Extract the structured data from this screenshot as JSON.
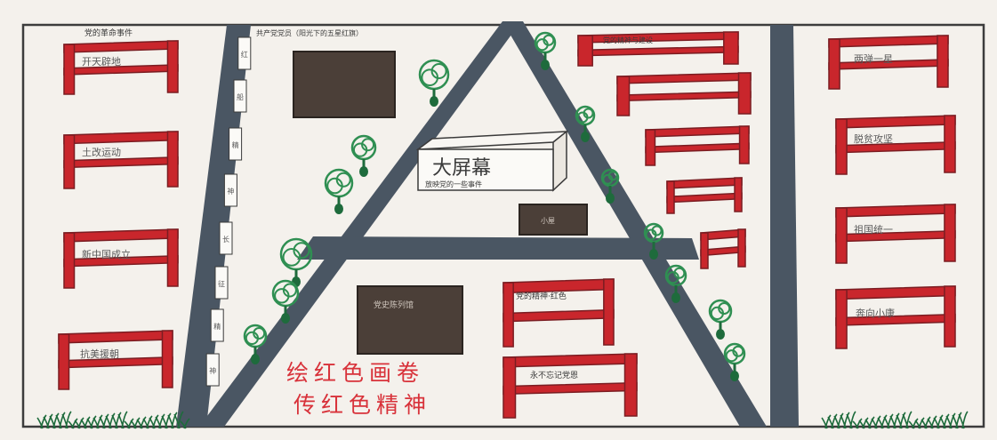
{
  "colors": {
    "paper": "#f4f1ec",
    "road": "#4a5663",
    "gate_red": "#c9262c",
    "gate_dark": "#7a1d22",
    "building": "#4b3f38",
    "tree": "#2f8f52",
    "trunk": "#1e6b3c",
    "slogan": "#d8323a",
    "ink": "#3a3a3a"
  },
  "left_gates": {
    "header": "党的革命事件",
    "items": [
      {
        "label": "开天辟地"
      },
      {
        "label": "土改运动"
      },
      {
        "label": "新中国成立"
      },
      {
        "label": "抗美援朝"
      }
    ]
  },
  "road_board": {
    "header": "共产党党员（阳光下的五星红旗）",
    "plaques": [
      "红",
      "船",
      "精",
      "神",
      "长",
      "征",
      "精",
      "神"
    ]
  },
  "center": {
    "screen_title": "大屏幕",
    "screen_subtitle": "放映党的一些事件",
    "small_building": "小屋",
    "lower_building": "党史陈列馆"
  },
  "right_inner_gates": {
    "header": "党的精神与建设",
    "bottom_labels": [
      "党的精神·红色",
      "永不忘记党恩"
    ]
  },
  "right_gates": {
    "items": [
      {
        "label": "两弹一星"
      },
      {
        "label": "脱贫攻坚"
      },
      {
        "label": "祖国统一"
      },
      {
        "label": "奔向小康"
      }
    ]
  },
  "slogan": {
    "line1": "绘红色画卷",
    "line2": "传红色精神"
  }
}
